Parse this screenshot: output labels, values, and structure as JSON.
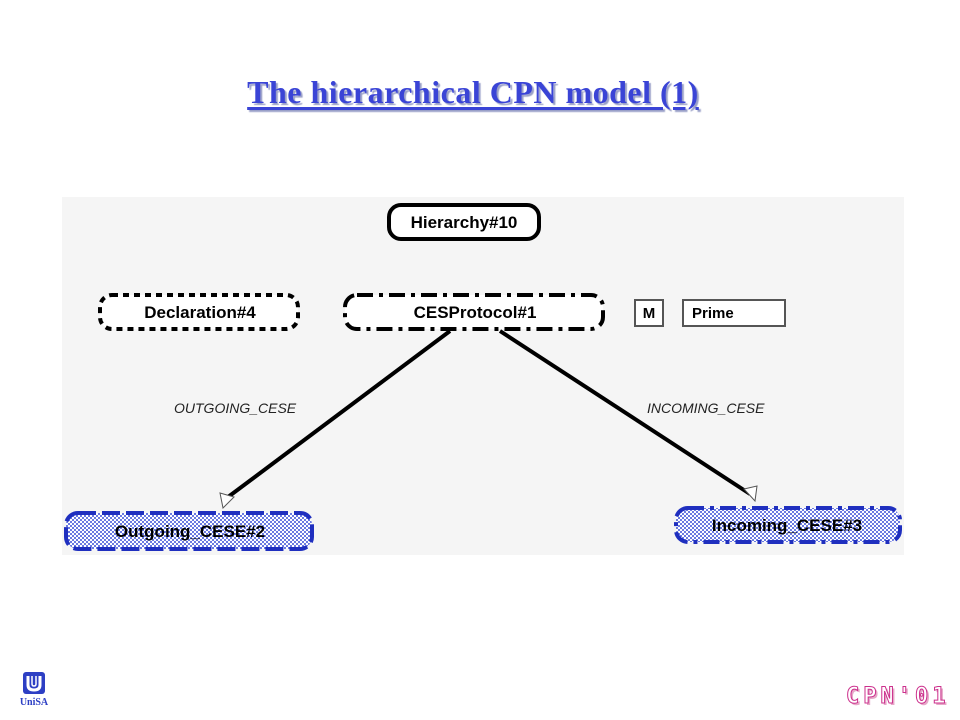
{
  "slide": {
    "title": "The hierarchical CPN model (1)",
    "logo_text": "UniSA",
    "footer_badge": "CPN'01"
  },
  "diagram": {
    "nodes": {
      "hierarchy": "Hierarchy#10",
      "declaration": "Declaration#4",
      "ces_protocol": "CESProtocol#1",
      "outgoing": "Outgoing_CESE#2",
      "incoming": "Incoming_CESE#3"
    },
    "mode_tag": "M",
    "prime_tag": "Prime",
    "arcs": {
      "outgoing_label": "OUTGOING_CESE",
      "incoming_label": "INCOMING_CESE"
    }
  },
  "colors": {
    "title": "#3a44d6",
    "subpage_fill": "#3b4fd8",
    "logo": "#2d3fc4",
    "badge": "#cc2f8c"
  }
}
